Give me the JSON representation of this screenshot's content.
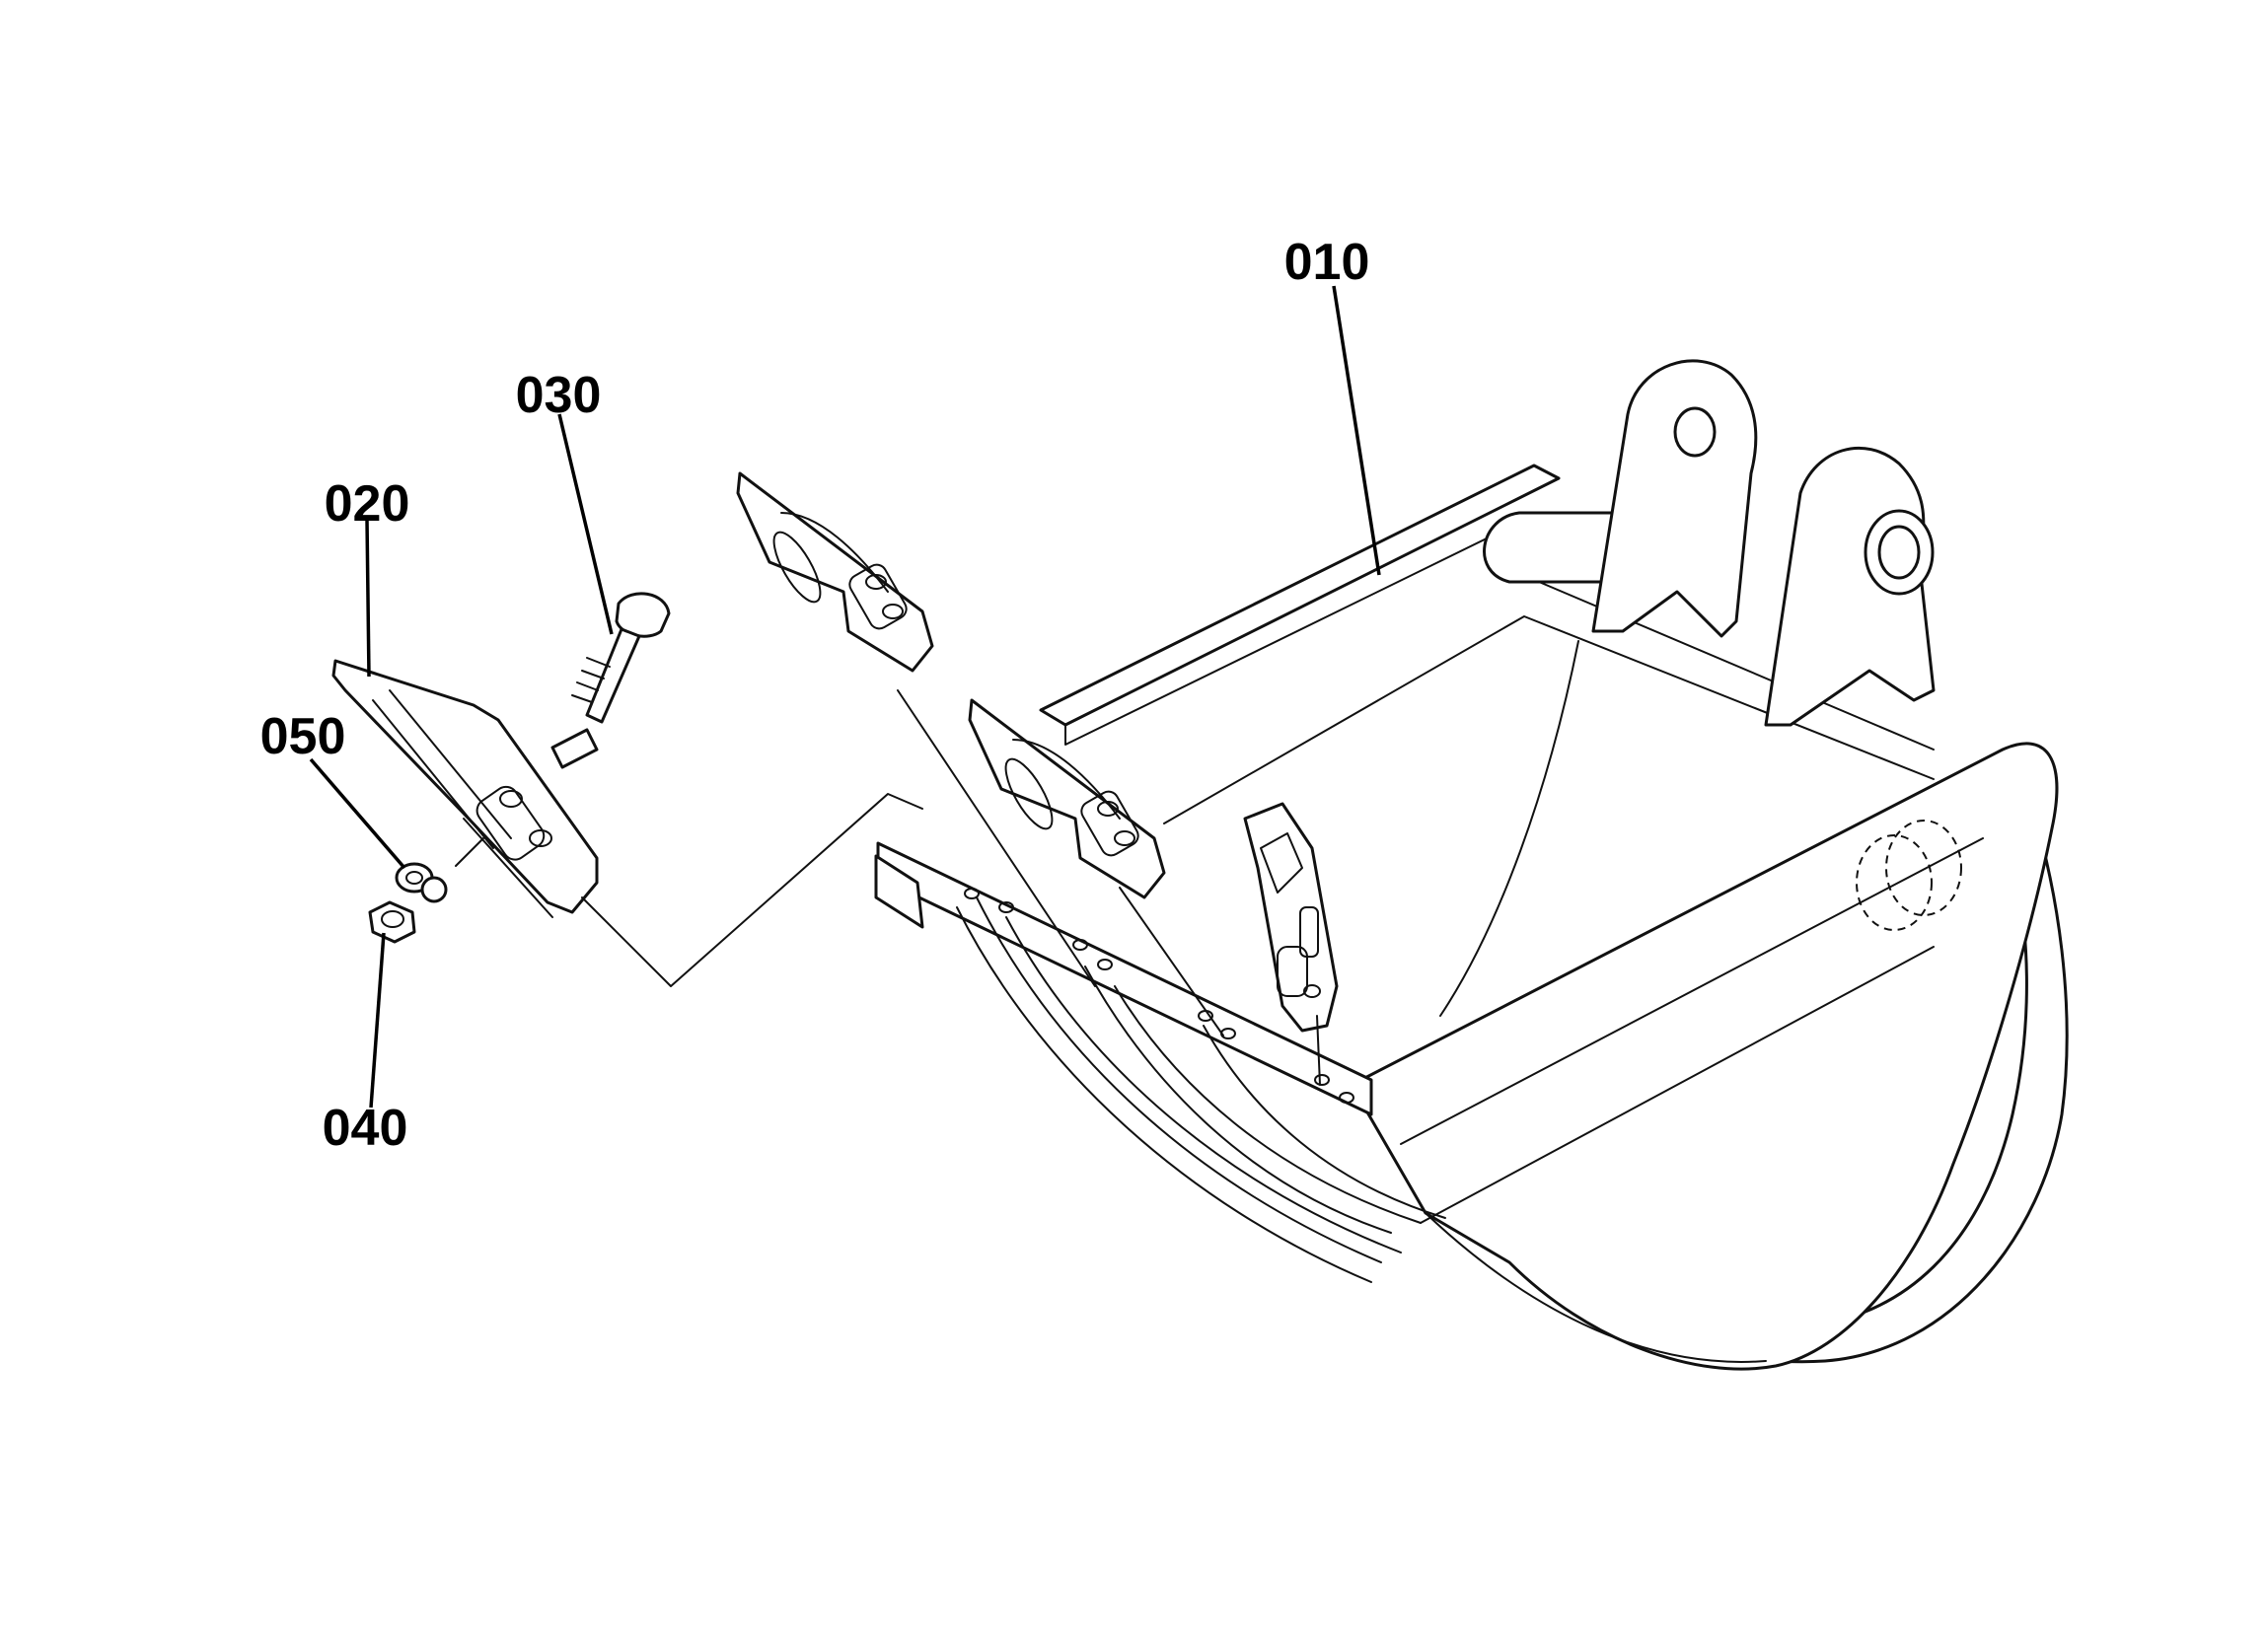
{
  "diagram": {
    "callouts": [
      {
        "id": "010",
        "label": "010"
      },
      {
        "id": "020",
        "label": "020"
      },
      {
        "id": "030",
        "label": "030"
      },
      {
        "id": "040",
        "label": "040"
      },
      {
        "id": "050",
        "label": "050"
      }
    ]
  }
}
